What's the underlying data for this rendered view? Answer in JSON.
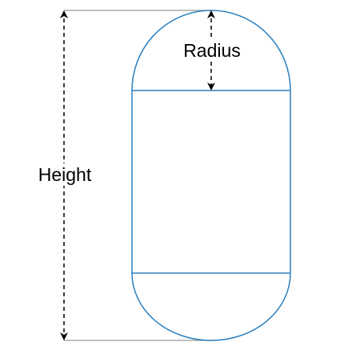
{
  "diagram": {
    "labels": {
      "height": "Height",
      "radius": "Radius"
    },
    "colors": {
      "shape_stroke": "#2a7fbf",
      "guide_line": "#9a9a9a",
      "arrow": "#000000",
      "background": "#ffffff"
    },
    "shape": "capsule"
  }
}
